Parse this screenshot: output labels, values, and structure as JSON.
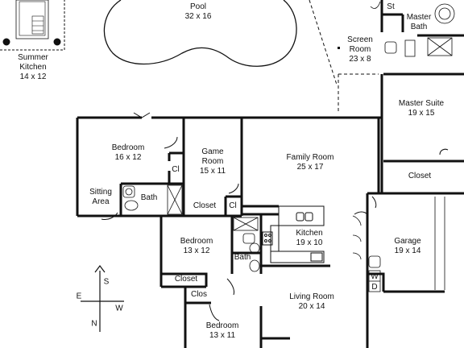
{
  "rooms": {
    "summer_kitchen": {
      "name_line1": "Summer",
      "name_line2": "Kitchen",
      "size": "14  x  12"
    },
    "pool": {
      "name": "Pool",
      "size": "32  x  16"
    },
    "screen_room": {
      "name": "Screen",
      "name_line2": "Room",
      "size": "23  x  8"
    },
    "storage": {
      "name": "St"
    },
    "master_bath": {
      "name_line1": "Master",
      "name_line2": "Bath"
    },
    "master_suite": {
      "name": "Master Suite",
      "size": "19  x  15"
    },
    "master_closet": {
      "name": "Closet"
    },
    "bedroom_1": {
      "name": "Bedroom",
      "size": "16  x  12"
    },
    "closet_cl_1": {
      "name": "Cl"
    },
    "closet_cl_2": {
      "name": "Cl"
    },
    "sitting_area": {
      "name_line1": "Sitting",
      "name_line2": "Area"
    },
    "bath_1": {
      "name": "Bath"
    },
    "game_room": {
      "name_line1": "Game",
      "name_line2": "Room",
      "size": "15  x  11"
    },
    "game_closet": {
      "name": "Closet"
    },
    "family_room": {
      "name": "Family Room",
      "size": "25  x  17"
    },
    "kitchen": {
      "name": "Kitchen",
      "size": "19  x  10"
    },
    "garage": {
      "name": "Garage",
      "size": "19  x  14"
    },
    "washer": {
      "name": "W"
    },
    "dryer": {
      "name": "D"
    },
    "bedroom_2": {
      "name": "Bedroom",
      "size": "13  x  12"
    },
    "bedroom_2_closet": {
      "name": "Closet"
    },
    "bath_2": {
      "name": "Bath"
    },
    "clos": {
      "name": "Clos"
    },
    "bedroom_3": {
      "name": "Bedroom",
      "size": "13  x  11"
    },
    "living_room": {
      "name": "Living Room",
      "size": "20  x  14"
    }
  },
  "compass": {
    "north": "N",
    "south": "S",
    "east": "E",
    "west": "W"
  }
}
